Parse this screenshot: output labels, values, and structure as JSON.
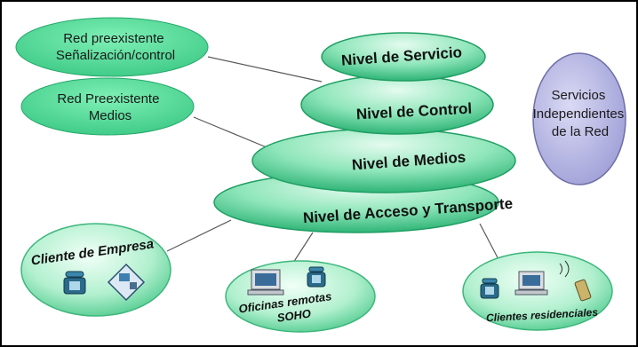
{
  "layers": {
    "service": "Nivel de Servicio",
    "control": "Nivel de Control",
    "media": "Nivel de Medios",
    "access": "Nivel de Acceso y Transporte"
  },
  "legacy_signaling": [
    "Red preexistente",
    "Señalización/control"
  ],
  "legacy_media": [
    "Red Preexistente",
    "Medios"
  ],
  "services": [
    "Servicios",
    "Independientes",
    "de la Red"
  ],
  "enterprise": "Cliente de Empresa",
  "soho": [
    "Oficinas remotas",
    "SOHO"
  ],
  "residential": "Clientes residenciales",
  "colors": {
    "green_light": "#c8f3dc",
    "green_mid": "#5cd499",
    "green_dark": "#1f9e63",
    "purple": "#b8b8e4",
    "purple_dark": "#8080b8"
  }
}
